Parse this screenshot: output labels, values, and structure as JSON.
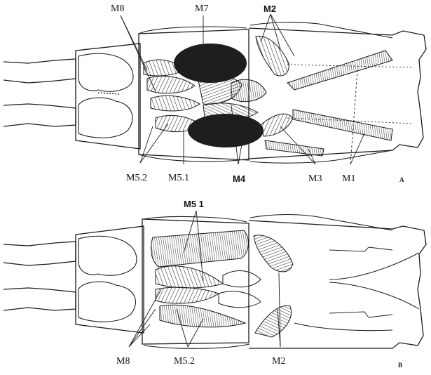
{
  "panel_a": {
    "labels": {
      "m8": "M8",
      "m7": "M7",
      "m2": "M2",
      "m52": "M5.2",
      "m51": "M5.1",
      "m4": "M4",
      "m3": "M3",
      "m1": "M1",
      "panel": "A"
    }
  },
  "panel_b": {
    "labels": {
      "m51": "M5 1",
      "m8": "M8",
      "m52": "M5.2",
      "m2": "M2",
      "panel": "B"
    }
  },
  "colors": {
    "ink": "#111111",
    "dark_muscle": "#1e1e1e",
    "paper": "#ffffff"
  }
}
